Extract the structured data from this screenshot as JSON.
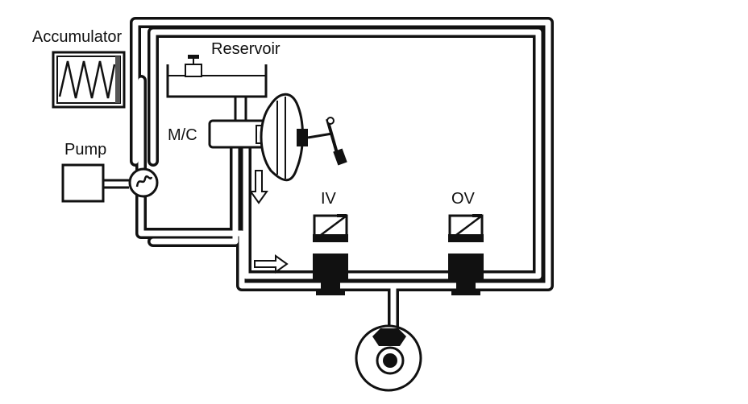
{
  "labels": {
    "accumulator": "Accumulator",
    "reservoir": "Reservoir",
    "pump": "Pump",
    "master_cylinder": "M/C",
    "inlet_valve": "IV",
    "outlet_valve": "OV"
  },
  "colors": {
    "line": "#111111",
    "background": "#ffffff",
    "wheel_fill": "#ffffff"
  }
}
